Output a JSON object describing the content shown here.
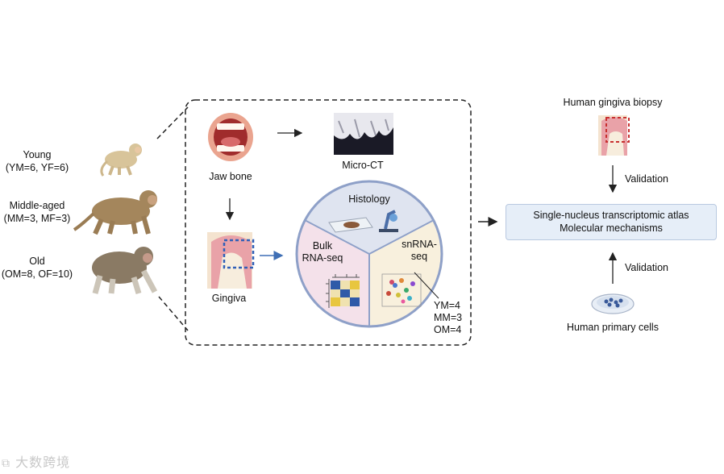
{
  "groups": [
    {
      "name": "Young",
      "counts": "(YM=6, YF=6)"
    },
    {
      "name": "Middle-aged",
      "counts": "(MM=3, MF=3)"
    },
    {
      "name": "Old",
      "counts": "(OM=8, OF=10)"
    }
  ],
  "samples": {
    "jaw_bone": "Jaw bone",
    "micro_ct": "Micro-CT",
    "gingiva": "Gingiva"
  },
  "assays": {
    "histology": "Histology",
    "bulk_line1": "Bulk",
    "bulk_line2": "RNA-seq",
    "sn_line1": "snRNA-",
    "sn_line2": "seq",
    "sn_counts": [
      "YM=4",
      "MM=3",
      "OM=4"
    ]
  },
  "human": {
    "biopsy": "Human gingiva biopsy",
    "validation_top": "Validation",
    "atlas_line1": "Single-nucleus transcriptomic atlas",
    "atlas_line2": "Molecular mechanisms",
    "validation_bottom": "Validation",
    "primary_cells": "Human primary cells"
  },
  "watermark": "大数跨境",
  "colors": {
    "histology_sector": "#dfe4f0",
    "bulk_sector": "#f4e1ea",
    "sn_sector": "#f8f0dd",
    "atlas_box": "#e6eef8",
    "dashed_box": "#2a8dd8"
  }
}
